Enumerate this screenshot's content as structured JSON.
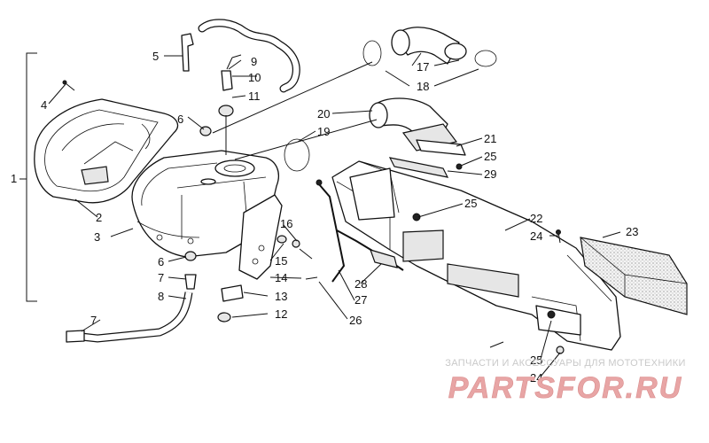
{
  "diagram": {
    "callouts": [
      {
        "id": "c1",
        "label": "1"
      },
      {
        "id": "c2",
        "label": "2"
      },
      {
        "id": "c3",
        "label": "3"
      },
      {
        "id": "c4",
        "label": "4"
      },
      {
        "id": "c5",
        "label": "5"
      },
      {
        "id": "c6a",
        "label": "6"
      },
      {
        "id": "c6b",
        "label": "6"
      },
      {
        "id": "c7a",
        "label": "7"
      },
      {
        "id": "c7b",
        "label": "7"
      },
      {
        "id": "c8",
        "label": "8"
      },
      {
        "id": "c9",
        "label": "9"
      },
      {
        "id": "c10",
        "label": "10"
      },
      {
        "id": "c11",
        "label": "11"
      },
      {
        "id": "c12",
        "label": "12"
      },
      {
        "id": "c13",
        "label": "13"
      },
      {
        "id": "c14",
        "label": "14"
      },
      {
        "id": "c15",
        "label": "15"
      },
      {
        "id": "c16",
        "label": "16"
      },
      {
        "id": "c17",
        "label": "17"
      },
      {
        "id": "c18",
        "label": "18"
      },
      {
        "id": "c19",
        "label": "19"
      },
      {
        "id": "c20",
        "label": "20"
      },
      {
        "id": "c21",
        "label": "21"
      },
      {
        "id": "c22",
        "label": "22"
      },
      {
        "id": "c23",
        "label": "23"
      },
      {
        "id": "c24a",
        "label": "24"
      },
      {
        "id": "c24b",
        "label": "24"
      },
      {
        "id": "c25a",
        "label": "25"
      },
      {
        "id": "c25b",
        "label": "25"
      },
      {
        "id": "c25c",
        "label": "25"
      },
      {
        "id": "c26",
        "label": "26"
      },
      {
        "id": "c27",
        "label": "27"
      },
      {
        "id": "c28",
        "label": "28"
      },
      {
        "id": "c29",
        "label": "29"
      }
    ]
  },
  "watermark": {
    "tagline": "ЗАПЧАСТИ И АКСЕССУАРЫ ДЛЯ МОТОТЕХНИКИ",
    "logo": "PARTSFOR.RU",
    "logo_color": "#e8a5a5",
    "tagline_color": "#c9c9c9"
  }
}
